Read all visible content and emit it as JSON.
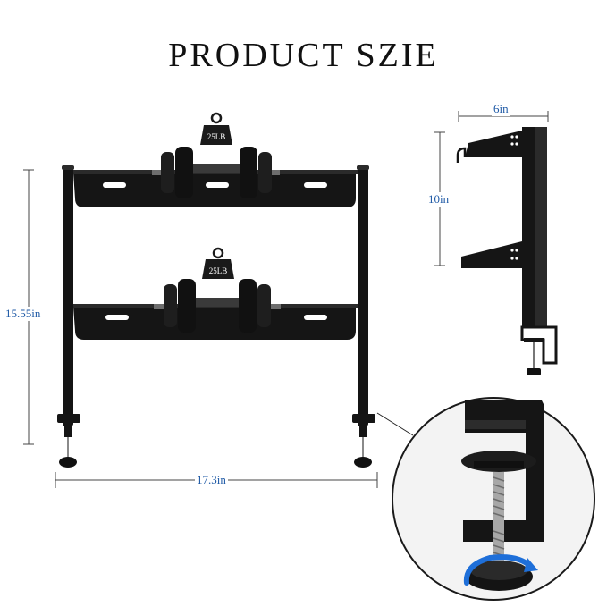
{
  "title": "PRODUCT SZIE",
  "dimensions": {
    "width": "17.3in",
    "height": "15.55in",
    "depth": "6in",
    "shelf_gap": "10in"
  },
  "weight_badges": {
    "top": "25LB",
    "bottom": "25LB"
  },
  "colors": {
    "dimension_text": "#1f5aa6",
    "frame": "#111111",
    "rotate_arrow": "#1e6fd9"
  }
}
